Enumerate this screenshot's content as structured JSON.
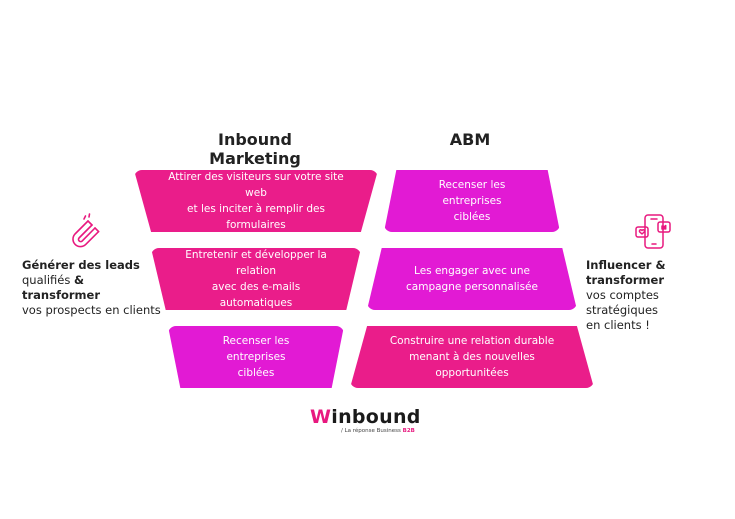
{
  "columns": {
    "left_title": "Inbound Marketing",
    "right_title": "ABM"
  },
  "left_steps": [
    "Attirer des visiteurs sur votre site web\net les inciter à remplir des formulaires",
    "Entretenir et développer la relation\navec des e-mails automatiques",
    "Recenser les entreprises\nciblées"
  ],
  "right_steps": [
    "Recenser les entreprises\nciblées",
    "Les engager avec une\ncampagne personnalisée",
    "Construire une relation durable\nmenant à des nouvelles opportunitées"
  ],
  "left_side": {
    "icon": "magnet-icon",
    "bold_line": "Générer des leads",
    "line2_prefix": "qualifiés ",
    "line2_bold": "& transformer",
    "line3": "vos prospects en clients"
  },
  "right_side": {
    "icon": "smartphone-social-icon",
    "bold_line": "Influencer & transformer",
    "line2": "vos comptes stratégiques",
    "line3": "en clients !"
  },
  "logo": {
    "w_letter": "W",
    "word": "inbound",
    "tagline_prefix": "/ La réponse Business ",
    "tagline_b2b": "B2B"
  },
  "colors": {
    "magenta": "#ea1d8a",
    "violet": "#e21ad4",
    "accent": "#e8197f"
  }
}
